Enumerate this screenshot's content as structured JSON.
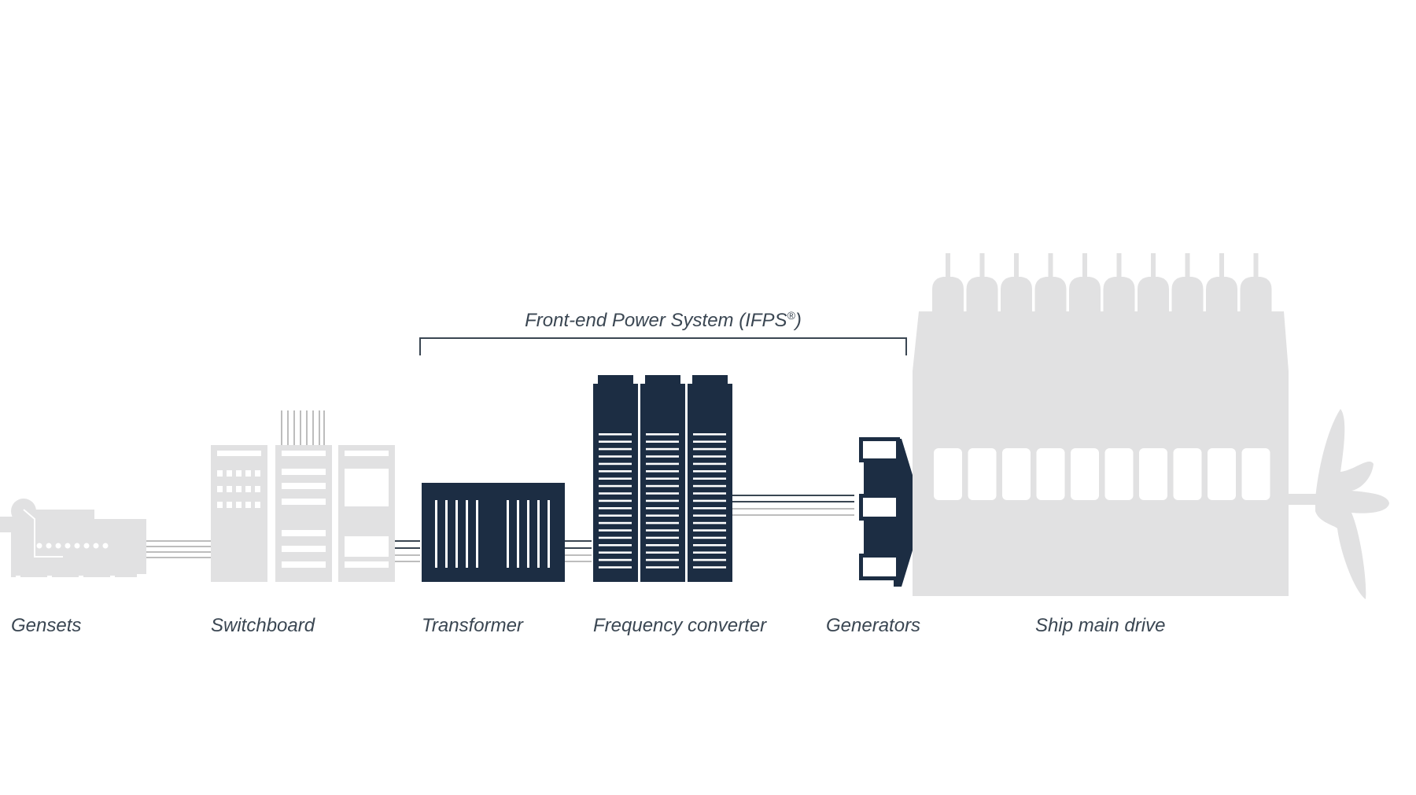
{
  "bracket": {
    "label": "Front-end Power System (IFPS",
    "mark": "®",
    "close": ")"
  },
  "labels": {
    "gensets": "Gensets",
    "switchboard": "Switchboard",
    "transformer": "Transformer",
    "frequency_converter": "Frequency converter",
    "generators": "Generators",
    "ship_main_drive": "Ship main drive"
  },
  "colors": {
    "dark": "#1c2d43",
    "light": "#e1e1e2",
    "line_dark": "#3a4652",
    "line_light": "#bdbdbd"
  }
}
